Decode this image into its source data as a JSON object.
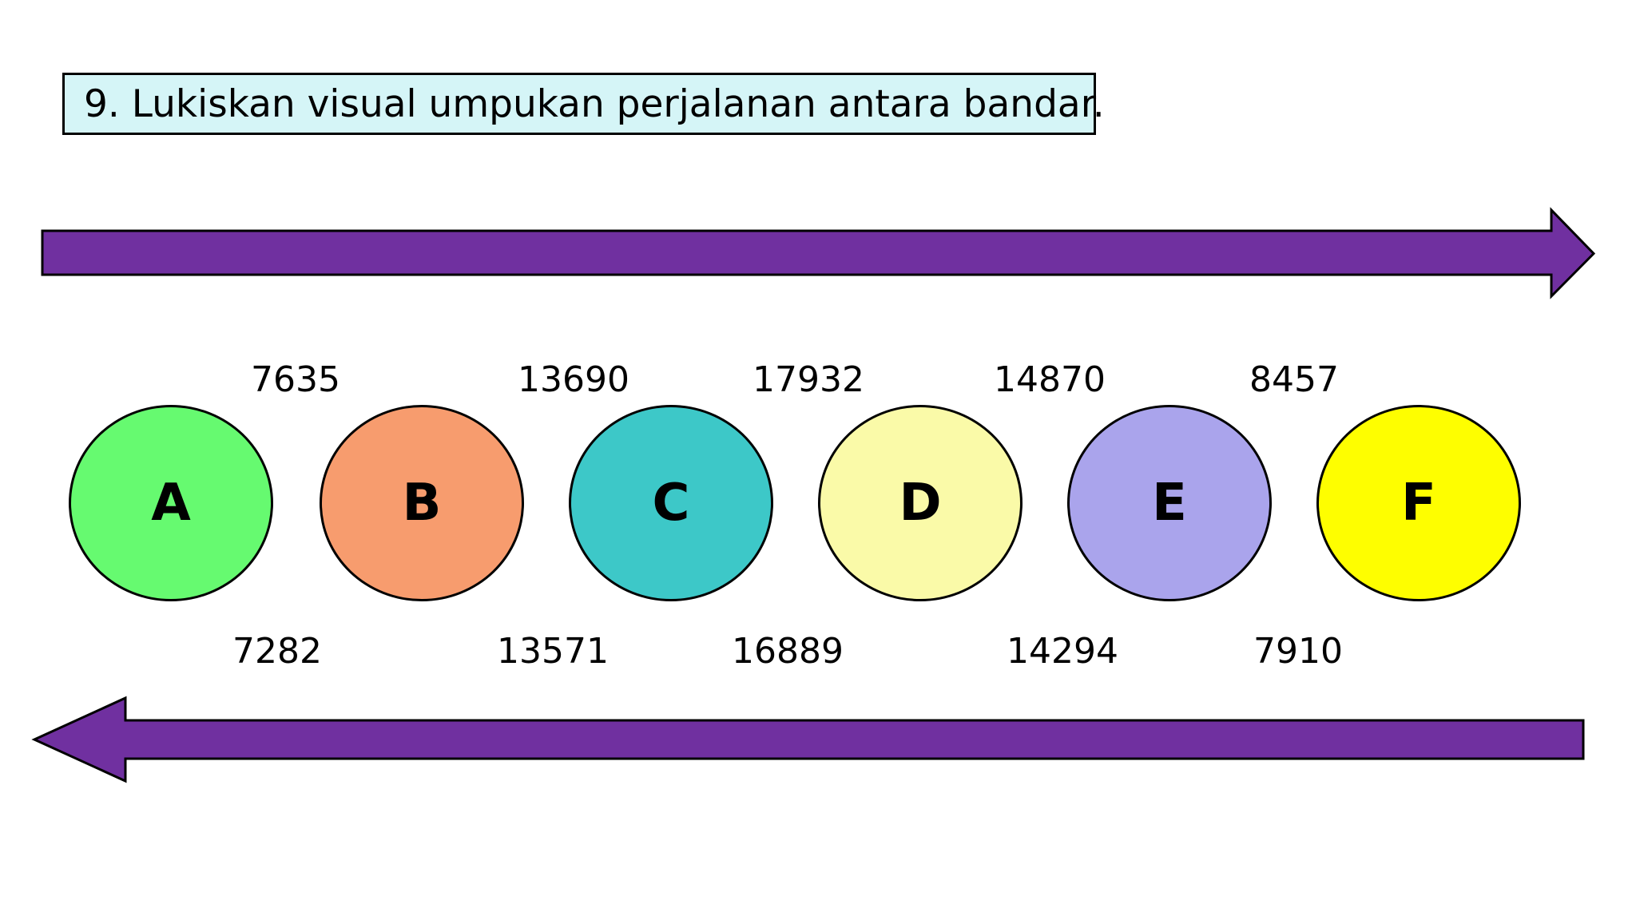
{
  "title": "9. Lukiskan visual umpukan perjalanan antara bandar.",
  "colors": {
    "arrow": "#7030A0",
    "outline": "#000000",
    "title_background": "#D5F5F7"
  },
  "cities": [
    {
      "label": "A",
      "color": "#66FA70"
    },
    {
      "label": "B",
      "color": "#F79C6E"
    },
    {
      "label": "C",
      "color": "#3DC8C8"
    },
    {
      "label": "D",
      "color": "#FAFAA8"
    },
    {
      "label": "E",
      "color": "#AAA4EC"
    },
    {
      "label": "F",
      "color": "#FEFE00"
    }
  ],
  "distances_top": {
    "direction": "right",
    "values": [
      "7635",
      "13690",
      "17932",
      "14870",
      "8457"
    ]
  },
  "distances_bottom": {
    "direction": "left",
    "values": [
      "7282",
      "13571",
      "16889",
      "14294",
      "7910"
    ]
  }
}
